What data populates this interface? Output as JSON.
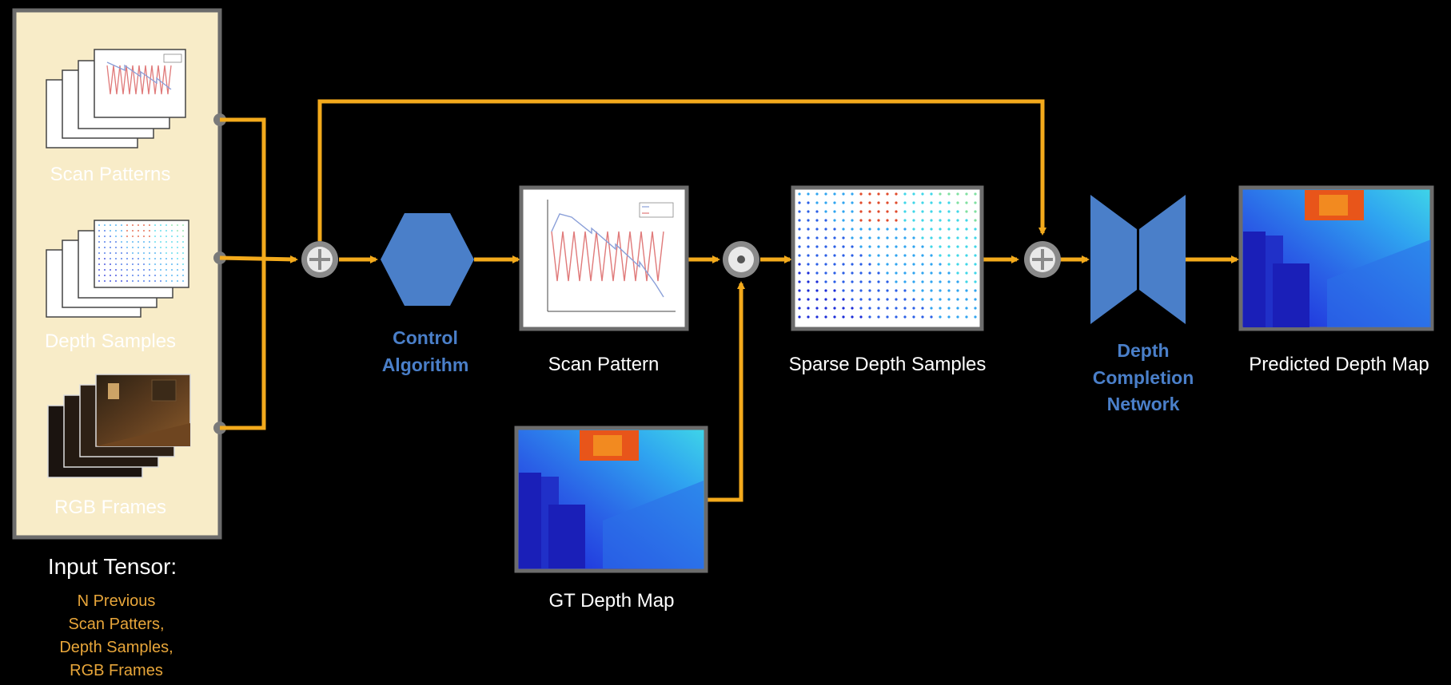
{
  "colors": {
    "flow": "#f3aa1c",
    "panel_bg": "#f8ecc8",
    "panel_border": "#6c6c6c",
    "node_blue": "#4a7fc9",
    "subtitle_gold": "#e8a63a"
  },
  "input_panel": {
    "scan_patterns_label": "Scan Patterns",
    "depth_samples_label": "Depth Samples",
    "rgb_frames_label": "RGB Frames"
  },
  "input_tensor": {
    "title": "Input Tensor:",
    "line1": "N Previous",
    "line2": "Scan Patters,",
    "line3": "Depth Samples,",
    "line4": "RGB Frames"
  },
  "nodes": {
    "control_algorithm_line1": "Control",
    "control_algorithm_line2": "Algorithm",
    "scan_pattern": "Scan Pattern",
    "sparse_depth_samples": "Sparse Depth Samples",
    "gt_depth_map": "GT Depth Map",
    "depth_completion_line1": "Depth",
    "depth_completion_line2": "Completion",
    "depth_completion_line3": "Network",
    "predicted_depth_map": "Predicted Depth Map"
  },
  "icons": {
    "sum": "circle-plus-icon",
    "multiply": "circle-dot-icon",
    "control": "hexagon-icon",
    "network": "hourglass-icon"
  }
}
